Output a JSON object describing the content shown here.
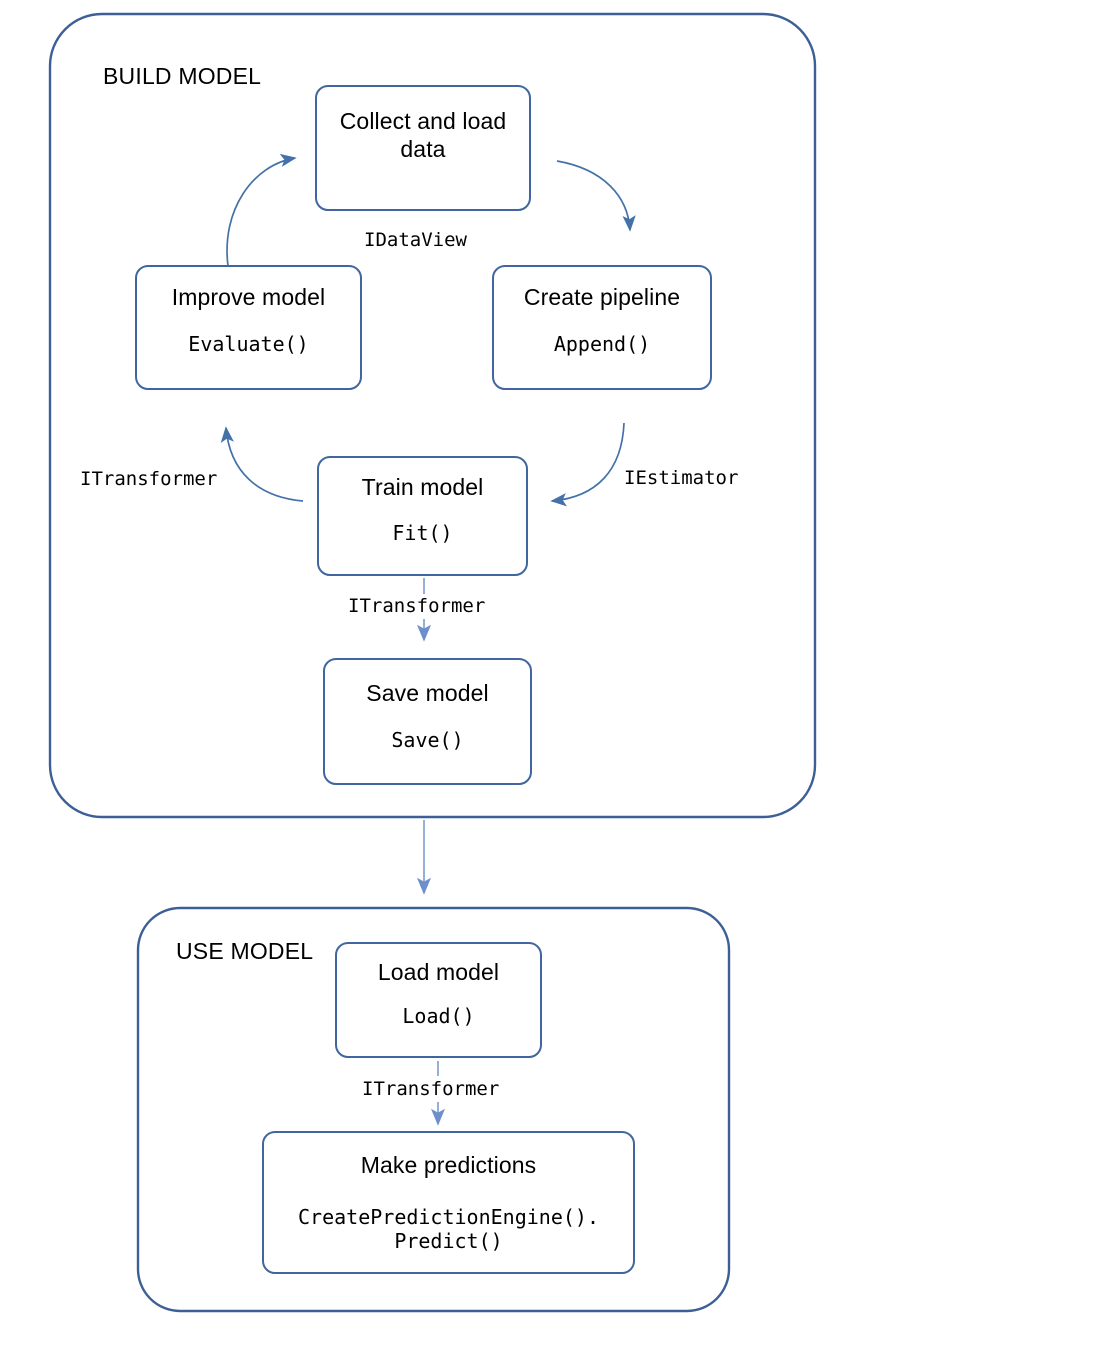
{
  "diagram": {
    "groups": [
      {
        "id": "build",
        "label": "BUILD MODEL"
      },
      {
        "id": "use",
        "label": "USE MODEL"
      }
    ],
    "nodes": [
      {
        "id": "collect",
        "title": "Collect and load\ndata",
        "api": ""
      },
      {
        "id": "pipeline",
        "title": "Create pipeline",
        "api": "Append()"
      },
      {
        "id": "train",
        "title": "Train model",
        "api": "Fit()"
      },
      {
        "id": "improve",
        "title": "Improve model",
        "api": "Evaluate()"
      },
      {
        "id": "save",
        "title": "Save model",
        "api": "Save()"
      },
      {
        "id": "load",
        "title": "Load model",
        "api": "Load()"
      },
      {
        "id": "predict",
        "title": "Make predictions",
        "api": "CreatePredictionEngine().\nPredict()"
      }
    ],
    "edge_labels": [
      {
        "id": "idataview",
        "text": "IDataView"
      },
      {
        "id": "iestimator",
        "text": "IEstimator"
      },
      {
        "id": "itransformer-eval",
        "text": "ITransformer"
      },
      {
        "id": "itransformer-save",
        "text": "ITransformer"
      },
      {
        "id": "itransformer-use",
        "text": "ITransformer"
      }
    ],
    "colors": {
      "box_border": "#41669f",
      "group_border": "#3c5f96",
      "arrow_strong": "#4472a8",
      "arrow_light": "#8ba6d4",
      "text": "#000000",
      "background": "#ffffff"
    }
  }
}
